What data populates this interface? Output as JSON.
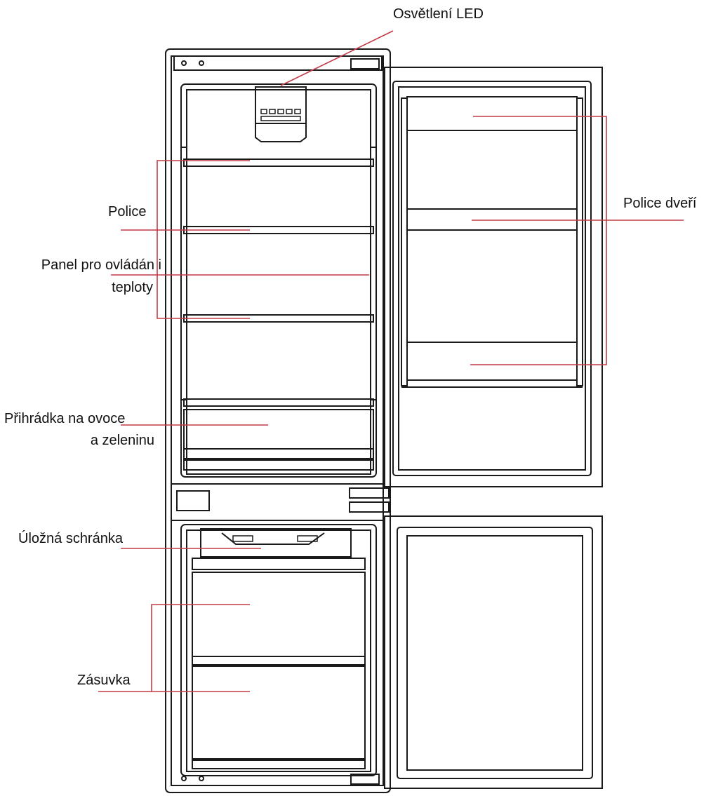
{
  "colors": {
    "outline": "#1a1a1a",
    "leader": "#c23a46",
    "background": "#ffffff"
  },
  "labels": {
    "led_light": "Osvětlení LED",
    "door_shelf": "Police dveří",
    "shelf": "Police",
    "temp_panel_line1": "Panel pro ovládán i",
    "temp_panel_line2": "teploty",
    "crisper_line1": "Přihrádka na ovoce",
    "crisper_line2": "a zeleninu",
    "storage_box": "Úložná  schránka",
    "drawer": "Zásuvka"
  }
}
